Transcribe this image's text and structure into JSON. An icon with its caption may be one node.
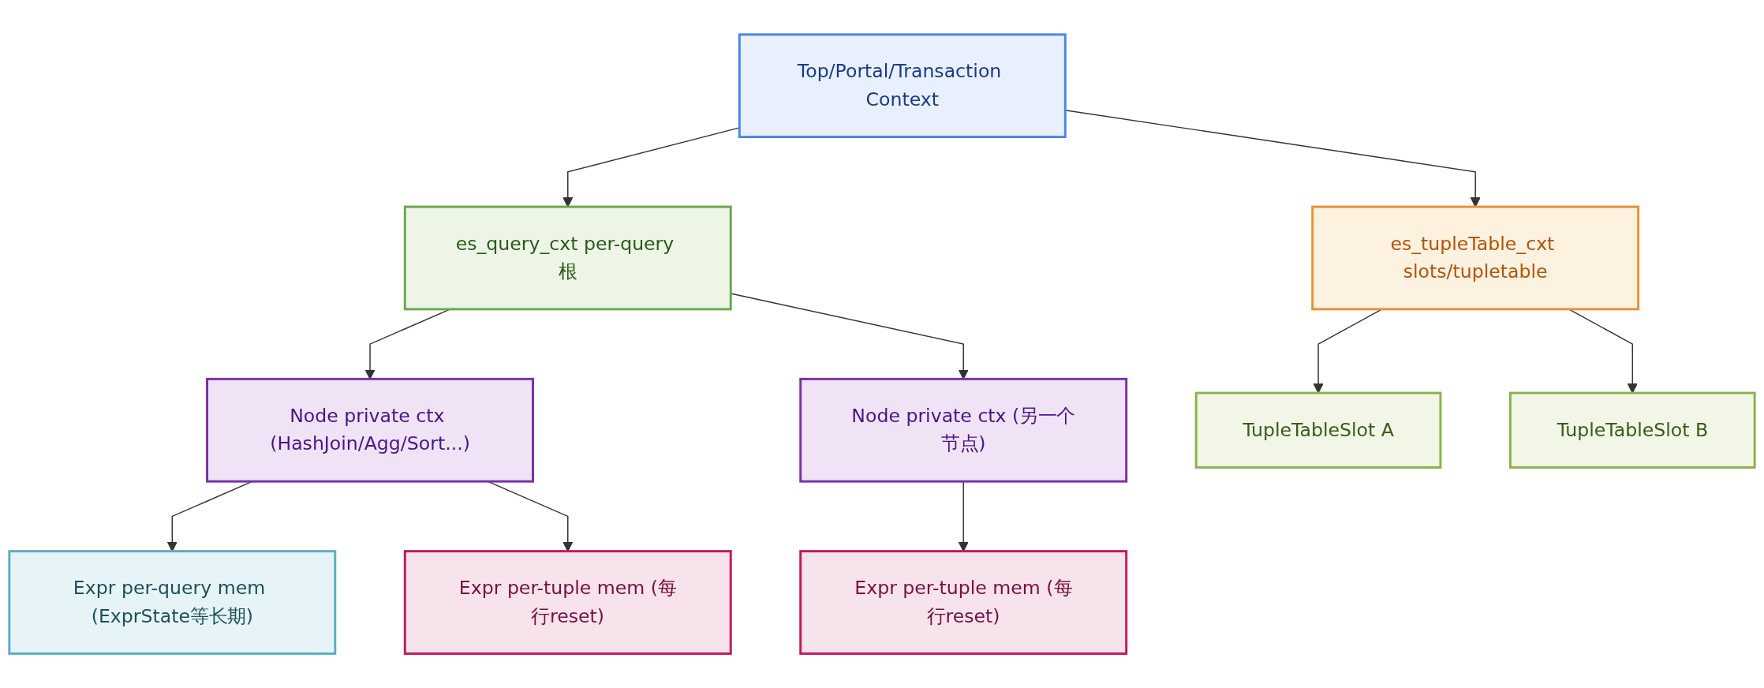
{
  "diagram": {
    "nodes": [
      {
        "text": [
          "Top/Portal/Transaction Context"
        ]
      },
      {
        "text": [
          "es_query_cxt per-query 根"
        ]
      },
      {
        "text": [
          "es_tupleTable_cxt slots/tupletable"
        ]
      },
      {
        "text": [
          "Node private ctx (HashJoin/Agg/Sort...)"
        ]
      },
      {
        "text": [
          "Node private ctx (另一个节点)"
        ]
      },
      {
        "text": [
          "TupleTableSlot A"
        ]
      },
      {
        "text": [
          "TupleTableSlot B"
        ]
      },
      {
        "text": [
          "Expr per-query mem (ExprState等长期)"
        ]
      },
      {
        "text": [
          "Expr per-tuple mem (每行reset)"
        ]
      },
      {
        "text": [
          "Expr per-tuple mem (每行reset)"
        ]
      }
    ],
    "edges": [
      {
        "from": 0,
        "to": 1,
        "arrow": "to"
      },
      {
        "from": 0,
        "to": 2,
        "arrow": "to"
      },
      {
        "from": 1,
        "to": 3,
        "arrow": "to"
      },
      {
        "from": 1,
        "to": 4,
        "arrow": "to"
      },
      {
        "from": 2,
        "to": 5,
        "arrow": "to"
      },
      {
        "from": 2,
        "to": 6,
        "arrow": "to"
      },
      {
        "from": 3,
        "to": 7,
        "arrow": "to"
      },
      {
        "from": 3,
        "to": 8,
        "arrow": "to"
      },
      {
        "from": 4,
        "to": 9,
        "arrow": "to"
      }
    ]
  }
}
